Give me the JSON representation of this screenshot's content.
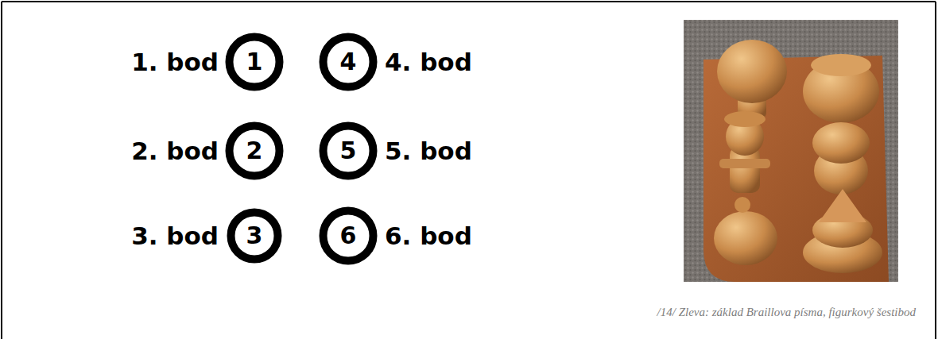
{
  "diagram": {
    "caption": "/14/ Zleva: základ Braillova písma, figurkový šestibod",
    "nodes": [
      {
        "text": [
          "1"
        ]
      },
      {
        "text": [
          "4"
        ]
      },
      {
        "text": [
          "2"
        ]
      },
      {
        "text": [
          "5"
        ]
      },
      {
        "text": [
          "3"
        ]
      },
      {
        "text": [
          "6"
        ]
      }
    ],
    "labels": [
      "1. bod",
      "4. bod",
      "2. bod",
      "5. bod",
      "3. bod",
      "6. bod"
    ]
  }
}
